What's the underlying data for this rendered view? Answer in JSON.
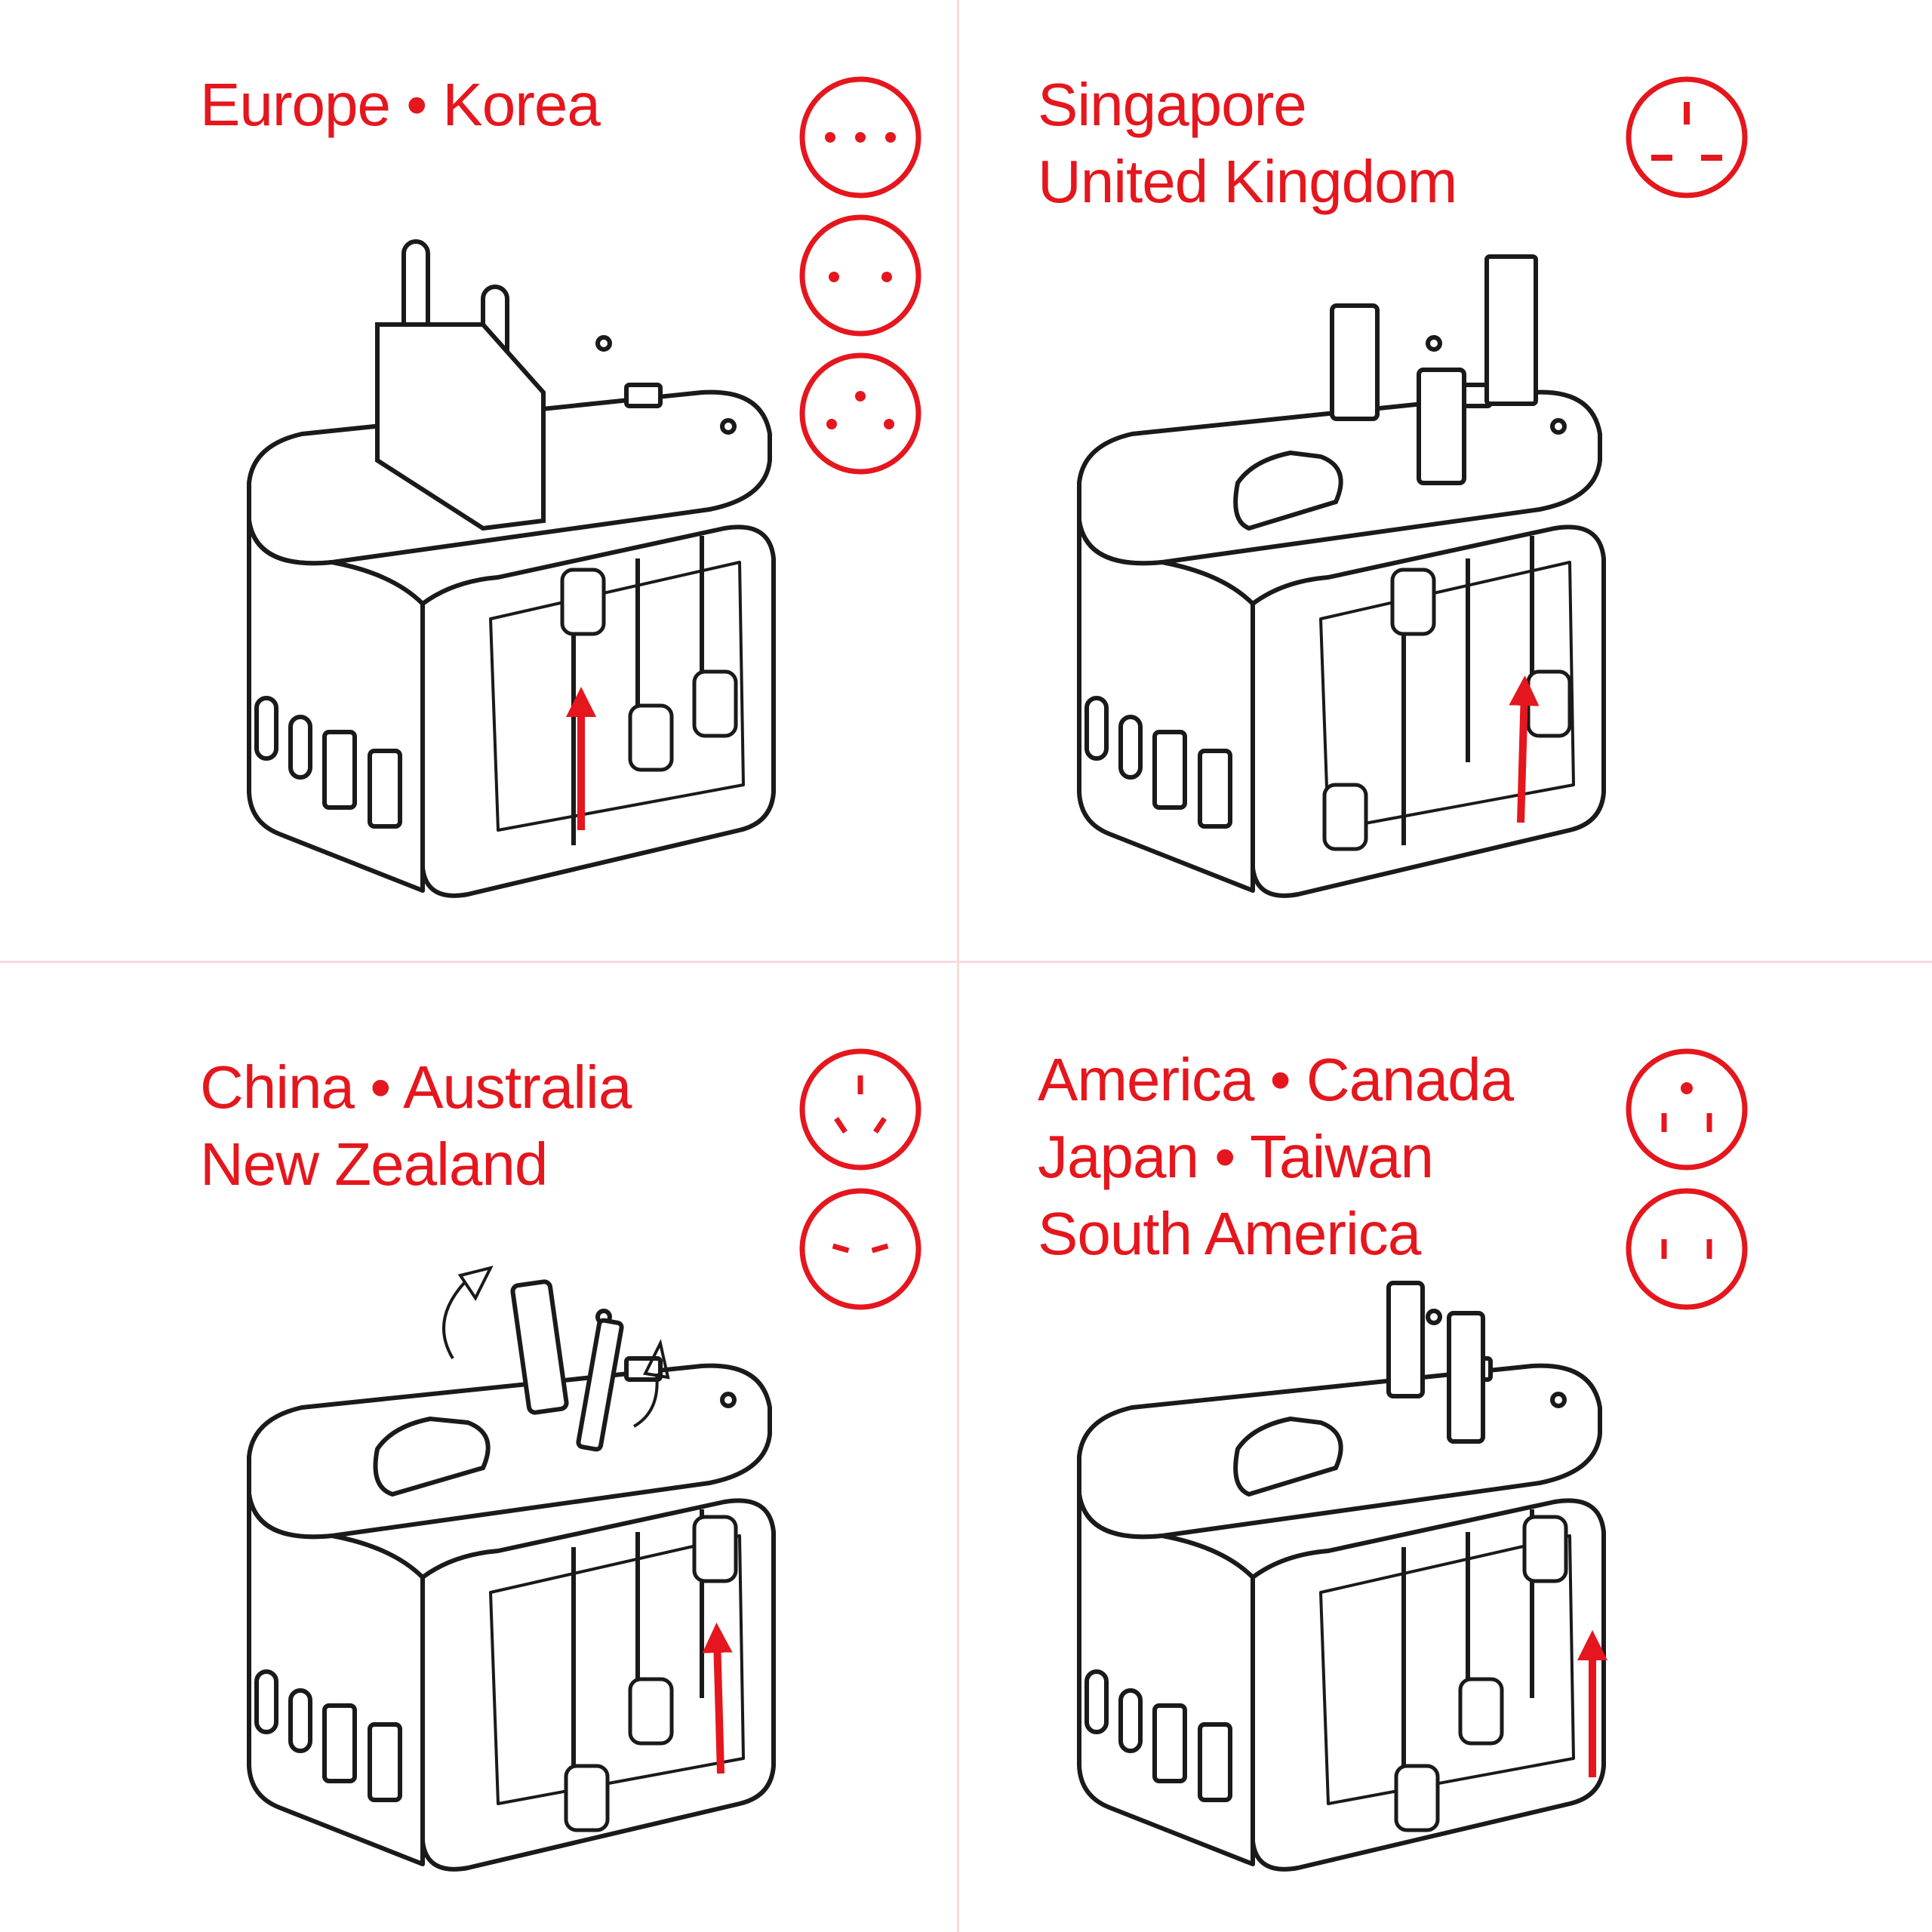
{
  "colors": {
    "accent": "#e5161d",
    "line": "#1a1a1a",
    "divider": "#f6dada"
  },
  "panels": [
    {
      "region": "europe-korea",
      "lines": [
        "Europe • Korea"
      ],
      "socket_icons": [
        "europe-3pin-inline-socket-icon",
        "europe-2pin-socket-icon",
        "korea-3pin-triangle-socket-icon"
      ],
      "plug": "eu-round-pins"
    },
    {
      "region": "singapore-uk",
      "lines": [
        "Singapore",
        "United Kingdom"
      ],
      "socket_icons": [
        "uk-socket-icon"
      ],
      "plug": "uk-rectangular-pins"
    },
    {
      "region": "china-australia-nz",
      "lines": [
        "China • Australia",
        "New Zealand"
      ],
      "socket_icons": [
        "au-3pin-angled-socket-icon",
        "au-2pin-angled-socket-icon"
      ],
      "plug": "au-angled-pins"
    },
    {
      "region": "america-japan",
      "lines": [
        "America • Canada",
        "Japan • Taiwan",
        "South America"
      ],
      "socket_icons": [
        "us-3pin-grounded-socket-icon",
        "us-2pin-socket-icon"
      ],
      "plug": "us-flat-pins"
    }
  ]
}
